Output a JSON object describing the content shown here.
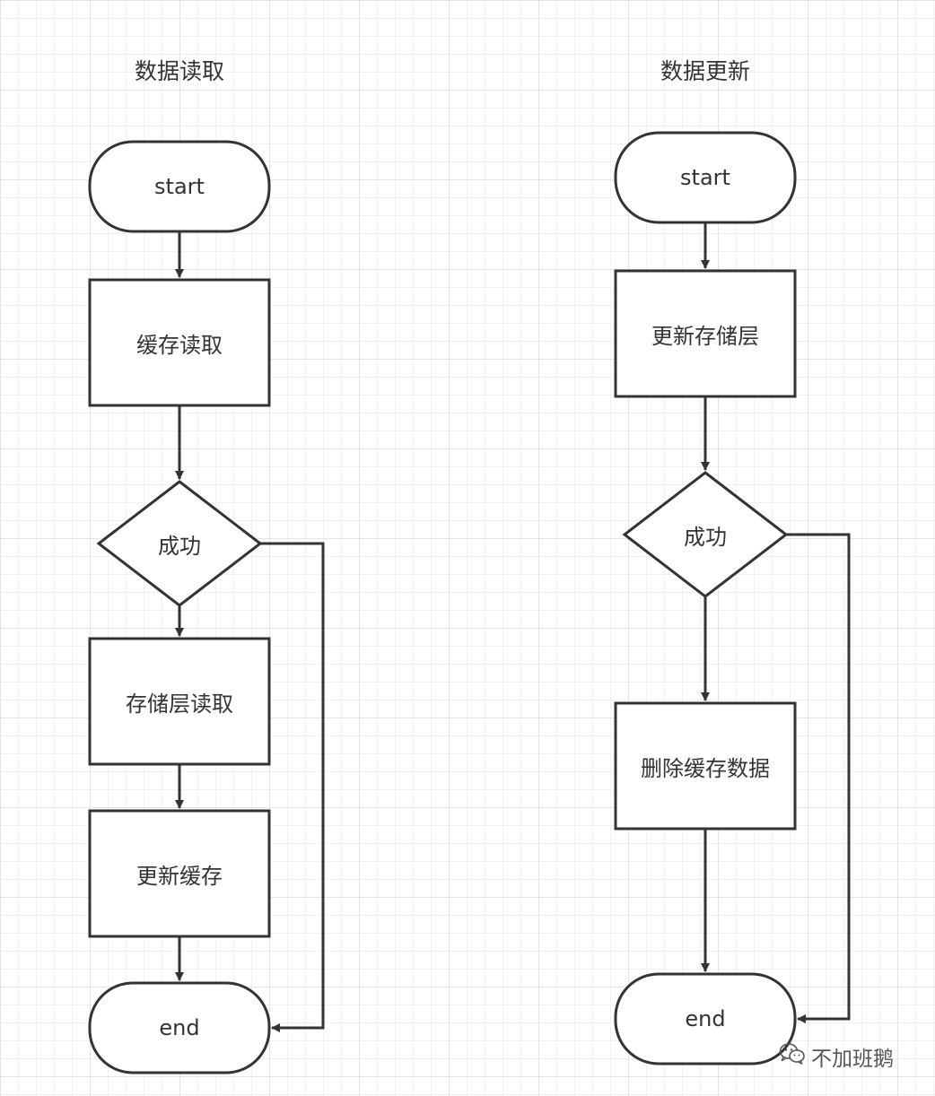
{
  "colors": {
    "stroke": "#333333",
    "text": "#333333",
    "grid_major": "#e4e4e4",
    "grid_minor": "#f1f1f1"
  },
  "read_flow": {
    "title": "数据读取",
    "start": "start",
    "cache_read": "缓存读取",
    "decision": "成功",
    "storage_read": "存储层读取",
    "update_cache": "更新缓存",
    "end": "end"
  },
  "update_flow": {
    "title": "数据更新",
    "start": "start",
    "update_storage": "更新存储层",
    "decision": "成功",
    "delete_cache": "删除缓存数据",
    "end": "end"
  },
  "watermark": {
    "icon": "wechat-icon",
    "text": "不加班鹅"
  }
}
